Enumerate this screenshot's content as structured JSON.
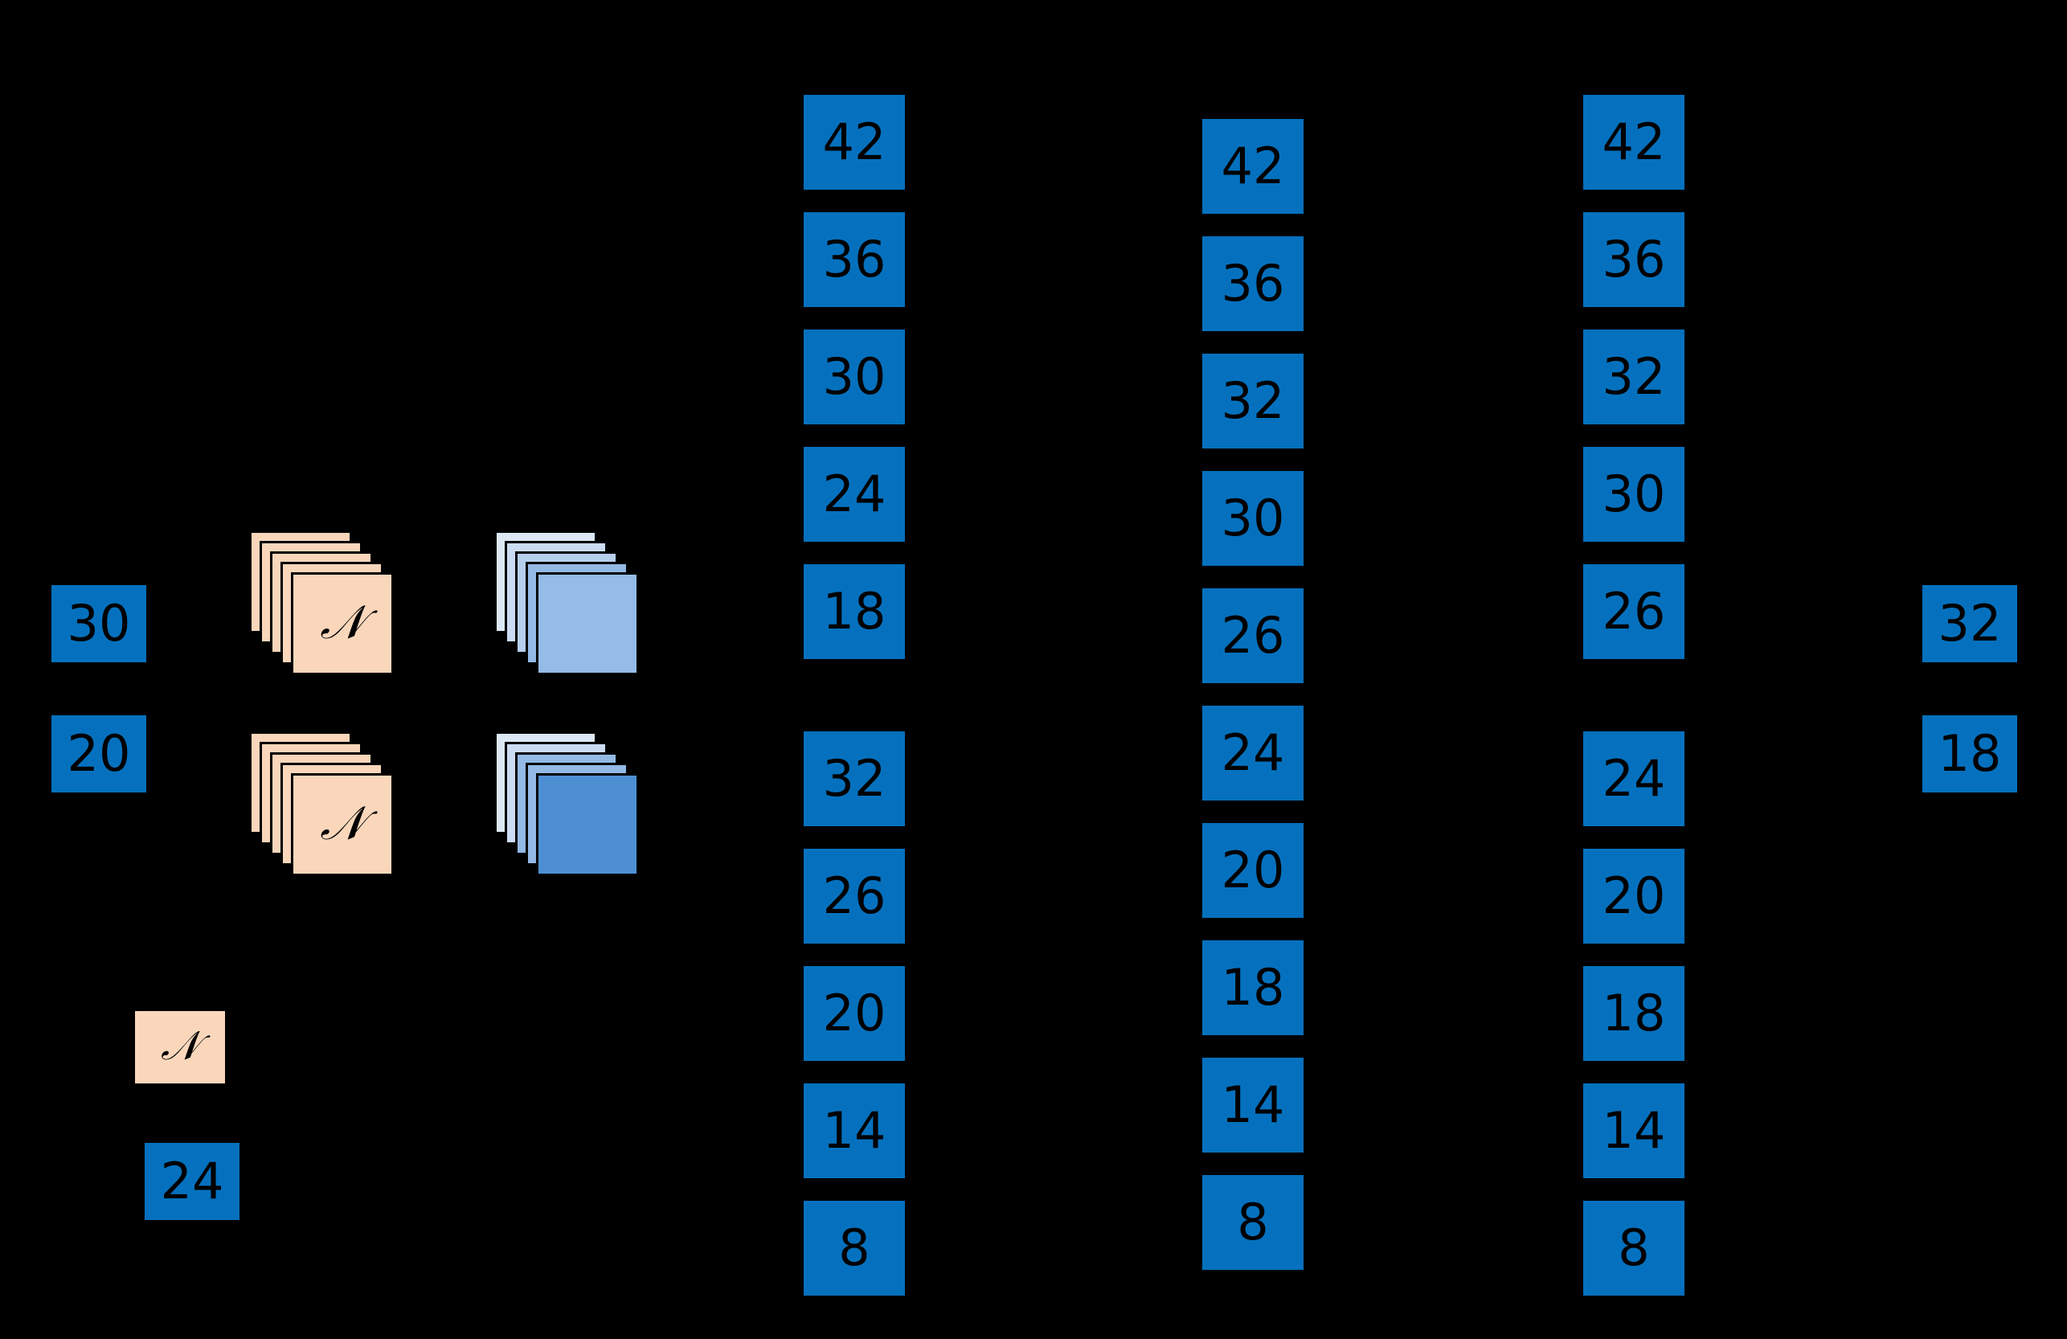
{
  "diagram": {
    "title": "",
    "background_color": "#000000",
    "palette": {
      "value_box_fill": "#0571be",
      "value_box_text": "#000000",
      "peach_card_fill": "#fad7bb",
      "card_border": "#000000",
      "blue_stack_shades_top": [
        "#dde8f5",
        "#cbdcf2",
        "#b6cfec",
        "#93b9e4",
        "#95bbe6"
      ],
      "blue_stack_shades_bottom": [
        "#dde8f5",
        "#cbdcf2",
        "#93b9e4",
        "#93b9e4",
        "#4e8fd4"
      ]
    },
    "glyph": {
      "normal_distribution_symbol": "𝒩"
    },
    "input_boxes": {
      "name": "input-value-boxes",
      "values": [
        "30",
        "20"
      ]
    },
    "peach_stacks": [
      {
        "name": "peach-stack-upper",
        "label": "𝒩",
        "card_count": 5
      },
      {
        "name": "peach-stack-lower",
        "label": "𝒩",
        "card_count": 5
      }
    ],
    "blue_stacks": [
      {
        "name": "blue-stack-upper",
        "card_count": 5
      },
      {
        "name": "blue-stack-lower",
        "card_count": 5
      }
    ],
    "legend": {
      "name": "legend",
      "items": [
        {
          "name": "legend-distribution-card",
          "label": "𝒩",
          "type": "peach-card"
        },
        {
          "name": "legend-value-box",
          "label": "24",
          "type": "value-box"
        }
      ]
    },
    "columns": [
      {
        "name": "column-1",
        "groups": [
          {
            "name": "column-1-group-top",
            "values": [
              "42",
              "36",
              "30",
              "24",
              "18"
            ]
          },
          {
            "name": "column-1-group-bottom",
            "values": [
              "32",
              "26",
              "20",
              "14",
              "8"
            ]
          }
        ]
      },
      {
        "name": "column-2",
        "groups": [
          {
            "name": "column-2-group-all",
            "values": [
              "42",
              "36",
              "32",
              "30",
              "26",
              "24",
              "20",
              "18",
              "14",
              "8"
            ]
          }
        ]
      },
      {
        "name": "column-3",
        "groups": [
          {
            "name": "column-3-group-top",
            "values": [
              "42",
              "36",
              "32",
              "30",
              "26"
            ]
          },
          {
            "name": "column-3-group-bottom",
            "values": [
              "24",
              "20",
              "18",
              "14",
              "8"
            ]
          }
        ]
      },
      {
        "name": "column-4-output",
        "groups": [
          {
            "name": "column-4-output-group",
            "values": [
              "32",
              "18"
            ]
          }
        ]
      }
    ]
  }
}
